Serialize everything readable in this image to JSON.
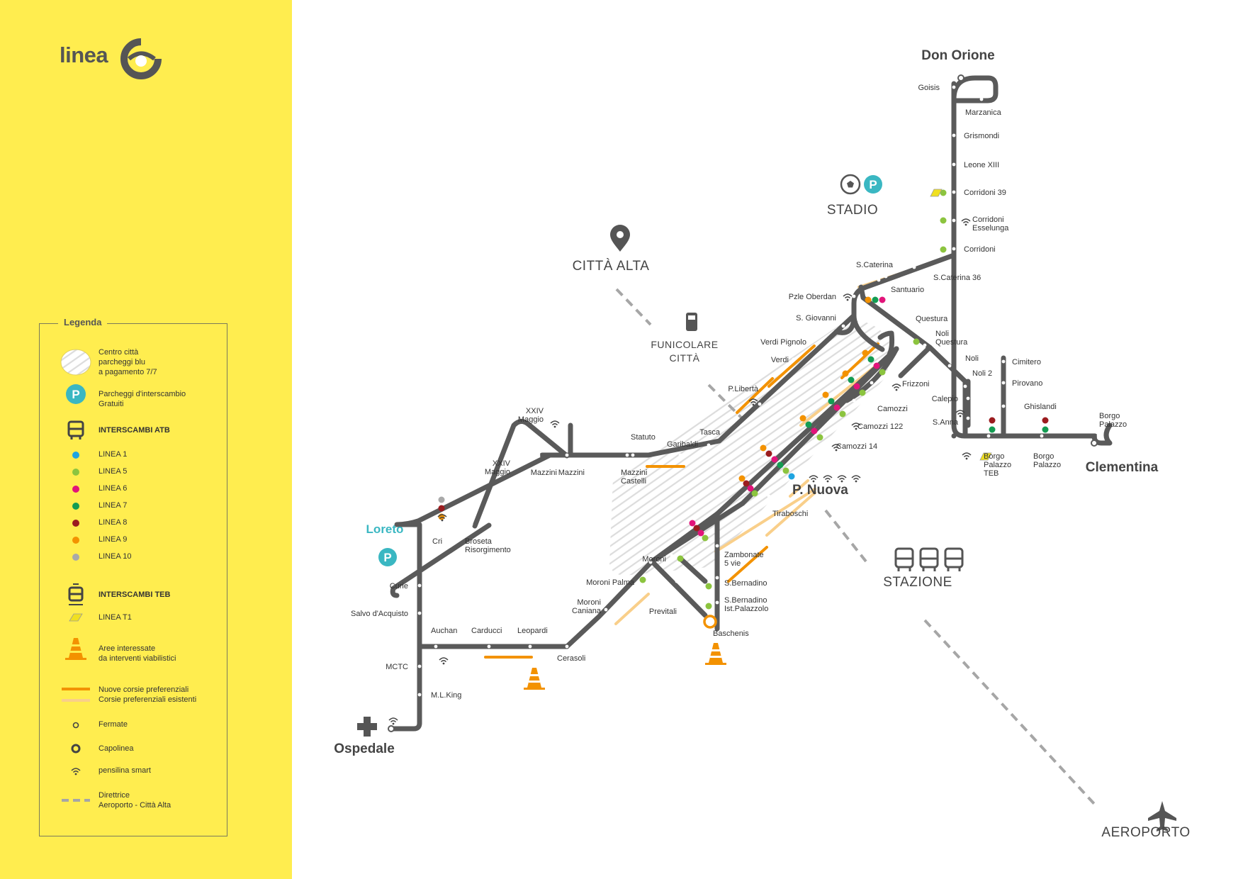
{
  "brand": {
    "logo_text": "linea"
  },
  "legend": {
    "title": "Legenda",
    "items": [
      {
        "id": "centro",
        "label": "Centro città\nparcheggi blu\na pagamento 7/7",
        "icon": "hatched-area-icon"
      },
      {
        "id": "parcheggi",
        "label": "Parcheggi d'interscambio\nGratuiti",
        "icon": "parking-icon"
      },
      {
        "id": "atb",
        "label": "INTERSCAMBI ATB",
        "icon": "bus-icon",
        "bold": true
      },
      {
        "id": "l1",
        "label": "LINEA 1",
        "color": "#1fa4e0"
      },
      {
        "id": "l5",
        "label": "LINEA 5",
        "color": "#8cc43f"
      },
      {
        "id": "l6",
        "label": "LINEA 6",
        "color": "#e2147a"
      },
      {
        "id": "l7",
        "label": "LINEA 7",
        "color": "#149c52"
      },
      {
        "id": "l8",
        "label": "LINEA 8",
        "color": "#9b1c1f"
      },
      {
        "id": "l9",
        "label": "LINEA 9",
        "color": "#f39200"
      },
      {
        "id": "l10",
        "label": "LINEA 10",
        "color": "#a9a9a9"
      },
      {
        "id": "teb",
        "label": "INTERSCAMBI TEB",
        "icon": "tram-icon",
        "bold": true
      },
      {
        "id": "t1",
        "label": "LINEA T1",
        "icon": "tram-line-icon"
      },
      {
        "id": "aree",
        "label": "Aree interessate\nda interventi viabilistici",
        "icon": "traffic-cone-icon"
      },
      {
        "id": "corsie",
        "label": "Nuove corsie preferenziali\nCorsie preferenziali esistenti",
        "icon": "lane-icon"
      },
      {
        "id": "fermate",
        "label": "Fermate",
        "icon": "stop-icon"
      },
      {
        "id": "capolinea",
        "label": "Capolinea",
        "icon": "terminus-icon"
      },
      {
        "id": "smart",
        "label": "pensilina smart",
        "icon": "wifi-icon"
      },
      {
        "id": "direttrice",
        "label": "Direttrice\nAeroporto - Città Alta",
        "icon": "dashed-line-icon"
      }
    ]
  },
  "colors": {
    "route": "#5a5a5a",
    "new_lane": "#f39200",
    "existing_lane": "#f9cf8a",
    "parking": "#3ab7c2",
    "l1": "#1fa4e0",
    "l5": "#8cc43f",
    "l6": "#e2147a",
    "l7": "#149c52",
    "l8": "#9b1c1f",
    "l9": "#f39200",
    "l10": "#a9a9a9",
    "tram": "#f0e020"
  },
  "terminals": {
    "don_orione": "Don Orione",
    "clementina": "Clementina",
    "ospedale": "Ospedale",
    "p_nuova": "P. Nuova",
    "loreto": "Loreto"
  },
  "pois": {
    "stadio": "STADIO",
    "citta_alta": "CITTÀ ALTA",
    "funicolare": "FUNICOLARE\nCITTÀ",
    "stazione": "STAZIONE",
    "aeroporto": "AEROPORTO"
  },
  "stops": [
    {
      "id": "goisis",
      "label": "Goisis"
    },
    {
      "id": "marzanica",
      "label": "Marzanica"
    },
    {
      "id": "grismondi",
      "label": "Grismondi"
    },
    {
      "id": "leone",
      "label": "Leone XIII"
    },
    {
      "id": "corridoni39",
      "label": "Corridoni 39"
    },
    {
      "id": "corridoni_ess",
      "label": "Corridoni\nEsselunga"
    },
    {
      "id": "corridoni",
      "label": "Corridoni"
    },
    {
      "id": "scaterina",
      "label": "S.Caterina"
    },
    {
      "id": "scaterina36",
      "label": "S.Caterina 36"
    },
    {
      "id": "santuario",
      "label": "Santuario"
    },
    {
      "id": "oberdan",
      "label": "Pzle Oberdan"
    },
    {
      "id": "sgiovanni",
      "label": "S. Giovanni"
    },
    {
      "id": "questura",
      "label": "Questura"
    },
    {
      "id": "noli_questura",
      "label": "Noli\nQuestura"
    },
    {
      "id": "noli",
      "label": "Noli"
    },
    {
      "id": "noli2",
      "label": "Noli 2"
    },
    {
      "id": "cimitero",
      "label": "Cimitero"
    },
    {
      "id": "pirovano",
      "label": "Pirovano"
    },
    {
      "id": "ghislandi",
      "label": "Ghislandi"
    },
    {
      "id": "calepio",
      "label": "Calepio"
    },
    {
      "id": "sanna",
      "label": "S.Anna"
    },
    {
      "id": "borgo_teb",
      "label": "Borgo\nPalazzo\nTEB"
    },
    {
      "id": "borgo_palazzo_s",
      "label": "Borgo\nPalazzo"
    },
    {
      "id": "borgo_palazzo_n",
      "label": "Borgo\nPalazzo"
    },
    {
      "id": "verdi_pignolo",
      "label": "Verdi Pignolo"
    },
    {
      "id": "verdi",
      "label": "Verdi"
    },
    {
      "id": "frizzoni",
      "label": "Frizzoni"
    },
    {
      "id": "camozzi",
      "label": "Camozzi"
    },
    {
      "id": "camozzi122",
      "label": "Camozzi 122"
    },
    {
      "id": "camozzi14",
      "label": "Camozzi 14"
    },
    {
      "id": "pliberta",
      "label": "P.Libertà"
    },
    {
      "id": "tasca",
      "label": "Tasca"
    },
    {
      "id": "garibaldi",
      "label": "Garibaldi"
    },
    {
      "id": "statuto",
      "label": "Statuto"
    },
    {
      "id": "xxiv_a",
      "label": "XXIV\nMaggio"
    },
    {
      "id": "xxiv_b",
      "label": "XXIV\nMaggio"
    },
    {
      "id": "mazzini1",
      "label": "Mazzini"
    },
    {
      "id": "mazzini2",
      "label": "Mazzini"
    },
    {
      "id": "mazzini_castelli",
      "label": "Mazzini\nCastelli"
    },
    {
      "id": "tiraboschi",
      "label": "Tiraboschi"
    },
    {
      "id": "moroni",
      "label": "Moroni"
    },
    {
      "id": "zambonate",
      "label": "Zambonate\n5 vie"
    },
    {
      "id": "sbernardino",
      "label": "S.Bernadino"
    },
    {
      "id": "sbernardino_ist",
      "label": "S.Bernadino\nIst.Palazzolo"
    },
    {
      "id": "baschenis",
      "label": "Baschenis"
    },
    {
      "id": "moroni_palma",
      "label": "Moroni Palma"
    },
    {
      "id": "moroni_caniana",
      "label": "Moroni\nCaniana"
    },
    {
      "id": "previtali",
      "label": "Previtali"
    },
    {
      "id": "cerasoli",
      "label": "Cerasoli"
    },
    {
      "id": "leopardi",
      "label": "Leopardi"
    },
    {
      "id": "carducci",
      "label": "Carducci"
    },
    {
      "id": "auchan",
      "label": "Auchan"
    },
    {
      "id": "cri",
      "label": "Cri"
    },
    {
      "id": "broseta",
      "label": "Broseta\nRisorgimento"
    },
    {
      "id": "curie",
      "label": "Curie"
    },
    {
      "id": "salvo",
      "label": "Salvo d'Acquisto"
    },
    {
      "id": "mctc",
      "label": "MCTC"
    },
    {
      "id": "mlking",
      "label": "M.L.King"
    }
  ]
}
